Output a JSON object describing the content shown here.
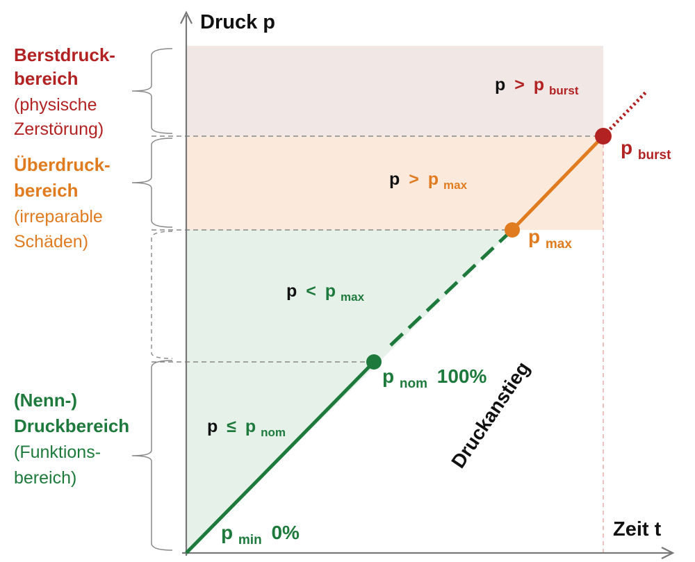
{
  "axes": {
    "y_label": "Druck p",
    "x_label": "Zeit t"
  },
  "colors": {
    "burst": "#b22222",
    "overpressure": "#e07b1f",
    "nominal": "#1e7a3c",
    "black": "#111111",
    "gray": "#888888",
    "burst_fill": "#f1e7e5",
    "over_fill": "#fbeadc",
    "nom_fill": "#e6f1ea"
  },
  "ranges": {
    "burst": {
      "title_line1": "Berstdruck-",
      "title_line2": "bereich",
      "desc_line1": "(physische",
      "desc_line2": "Zerstörung)"
    },
    "overpressure": {
      "title_line1": "Überdruck-",
      "title_line2": "bereich",
      "desc_line1": "(irreparable",
      "desc_line2": "Schäden)"
    },
    "nominal": {
      "title_line1": "(Nenn-)",
      "title_line2": "Druckbereich",
      "desc_line1": "(Funktions-",
      "desc_line2": "bereich)"
    }
  },
  "zone_labels": {
    "burst": {
      "p": "p",
      "op": ">",
      "sym": "p",
      "sub": "burst"
    },
    "overpressure": {
      "p": "p",
      "op": ">",
      "sym": "p",
      "sub": "max"
    },
    "lt_max": {
      "p": "p",
      "op": "<",
      "sym": "p",
      "sub": "max"
    },
    "nominal": {
      "p": "p",
      "op": "≤",
      "sym": "p",
      "sub": "nom"
    }
  },
  "points": {
    "burst": {
      "sym": "p",
      "sub": "burst"
    },
    "max": {
      "sym": "p",
      "sub": "max"
    },
    "nom": {
      "sym": "p",
      "sub": "nom",
      "value": "100%"
    },
    "min": {
      "sym": "p",
      "sub": "min",
      "value": "0%"
    }
  },
  "ramp_label": "Druckanstieg"
}
